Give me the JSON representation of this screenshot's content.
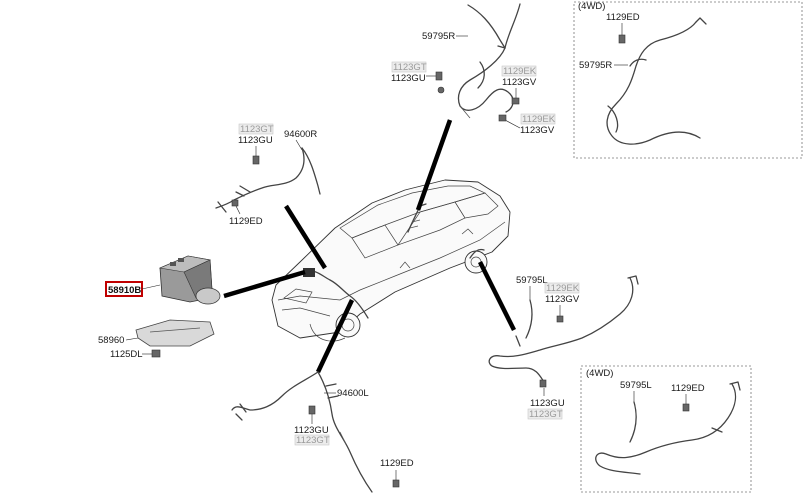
{
  "labels": {
    "l_59795R_top": "59795R",
    "l_1123GT_a": "1123GT",
    "l_1123GU_a": "1123GU",
    "l_1129EK_a": "1129EK",
    "l_1123GV_a": "1123GV",
    "l_1129EK_b": "1129EK",
    "l_1123GV_b": "1123GV",
    "l_4wd_top": "(4WD)",
    "l_1129ED_a": "1129ED",
    "l_59795R_4wd": "59795R",
    "l_1123GT_b": "1123GT",
    "l_1123GU_b": "1123GU",
    "l_94600R": "94600R",
    "l_1129ED_b": "1129ED",
    "l_58910B": "58910B",
    "l_58960": "58960",
    "l_1125DL": "1125DL",
    "l_59795L": "59795L",
    "l_1129EK_c": "1129EK",
    "l_1123GV_c": "1123GV",
    "l_94600L": "94600L",
    "l_1123GU_c": "1123GU",
    "l_1123GT_c": "1123GT",
    "l_1123GU_d": "1123GU",
    "l_1123GT_d": "1123GT",
    "l_1129ED_c": "1129ED",
    "l_4wd_bottom": "(4WD)",
    "l_59795L_4wd": "59795L",
    "l_1129ED_d": "1129ED"
  }
}
